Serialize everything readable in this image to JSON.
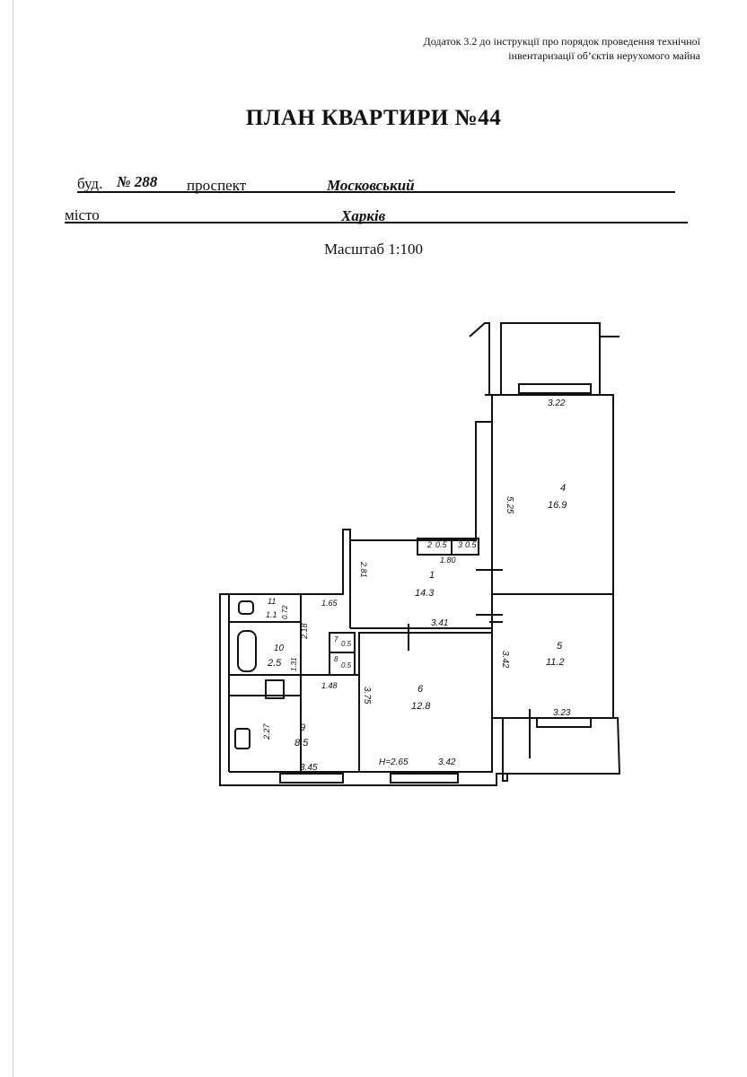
{
  "header": {
    "appendix_line1": "Додаток 3.2 до інструкції про порядок проведення технічної",
    "appendix_line2": "інвентаризації об’єктів нерухомого майна"
  },
  "title": "ПЛАН КВАРТИРИ №44",
  "address": {
    "bud_label": "буд.",
    "bud_value": "№ 288",
    "street_type": "проспект",
    "street_value": "Московський",
    "city_label": "місто",
    "city_value": "Харків"
  },
  "scale": "Масштаб 1:100",
  "plan": {
    "rooms": [
      {
        "number": "1",
        "area": "14.3"
      },
      {
        "number": "2",
        "area": "0.5"
      },
      {
        "number": "3",
        "area": "0.5"
      },
      {
        "number": "4",
        "area": "16.9"
      },
      {
        "number": "5",
        "area": "11.2"
      },
      {
        "number": "6",
        "area": "12.8"
      },
      {
        "number": "7",
        "area": "0.5"
      },
      {
        "number": "8",
        "area": "0.5"
      },
      {
        "number": "9",
        "area": "8.5"
      },
      {
        "number": "10",
        "area": "2.5"
      },
      {
        "number": "11",
        "area": "1.1"
      }
    ],
    "dimensions": {
      "d_322": "3.22",
      "d_525": "5.25",
      "d_180": "1.80",
      "d_281": "2.81",
      "d_341": "3.41",
      "d_165": "1.65",
      "d_342_room5": "3.42",
      "d_323": "3.23",
      "d_375": "3.75",
      "d_148": "1.48",
      "d_345": "3.45",
      "d_342_room6": "3.42",
      "d_height": "H=2.65",
      "d_227": "2.27",
      "d_218": "2.18",
      "d_072": "0.72",
      "d_131": "1.31"
    }
  }
}
